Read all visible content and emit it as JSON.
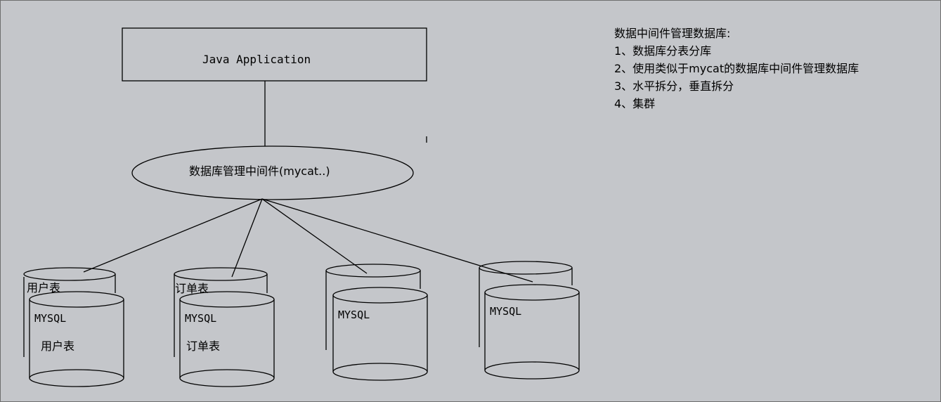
{
  "app": {
    "label": "Java Application"
  },
  "middleware": {
    "label": "数据库管理中间件(mycat..)"
  },
  "databases": [
    {
      "engine": "MYSQL",
      "back_label": "用户表",
      "table_label": "用户表"
    },
    {
      "engine": "MYSQL",
      "back_label": "订单表",
      "table_label": "订单表"
    },
    {
      "engine": "MYSQL",
      "back_label": "",
      "table_label": ""
    },
    {
      "engine": "MYSQL",
      "back_label": "",
      "table_label": ""
    }
  ],
  "notes": {
    "title": "数据中间件管理数据库:",
    "items": [
      "1、数据库分表分库",
      "2、使用类似于mycat的数据库中间件管理数据库",
      "3、水平拆分，垂直拆分",
      "4、集群"
    ]
  },
  "colors": {
    "background": "#c4c6ca",
    "stroke": "#000000"
  }
}
